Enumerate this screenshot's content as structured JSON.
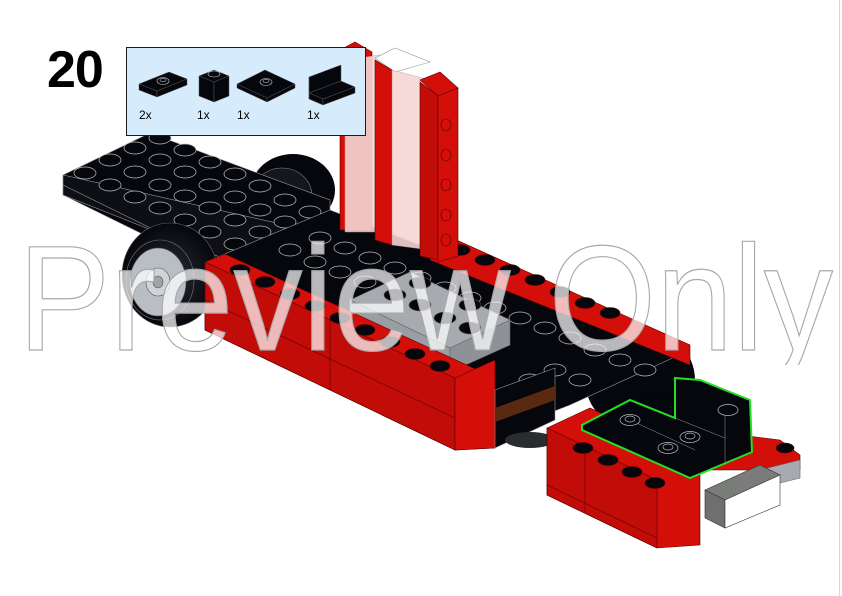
{
  "step": {
    "number": "20"
  },
  "parts_callout": {
    "background": "#d6ebfb",
    "parts": [
      {
        "name": "plate-1x2-with-jumper-stud",
        "color": "black",
        "quantity": "2x"
      },
      {
        "name": "brick-1x1",
        "color": "black",
        "quantity": "1x"
      },
      {
        "name": "plate-2x2-with-jumper-stud",
        "color": "black",
        "quantity": "1x"
      },
      {
        "name": "panel-1x2x1",
        "color": "black",
        "quantity": "1x"
      }
    ]
  },
  "model": {
    "description": "Red and black vehicle chassis with wheels, transparent windows pillar, and newly placed black parts outlined in green",
    "colors": {
      "red": "#d40f0a",
      "black": "#05070d",
      "light_gray": "#a7abb0",
      "brown": "#5a2a10",
      "white": "#ffffff",
      "highlight": "#22e022",
      "trans_clear": "#f4d6d4"
    }
  },
  "watermark": {
    "text": "Preview Only"
  }
}
